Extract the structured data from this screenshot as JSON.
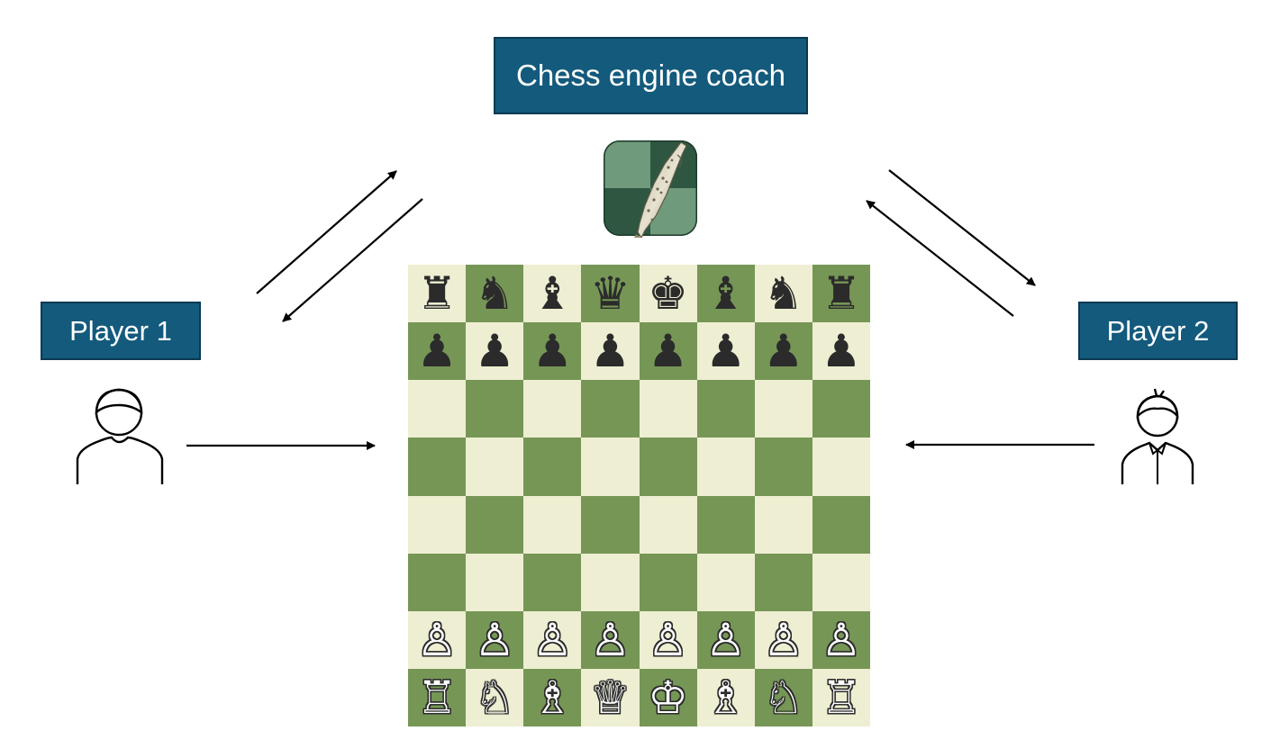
{
  "labels": {
    "coach": "Chess engine coach",
    "player1": "Player 1",
    "player2": "Player 2"
  },
  "colors": {
    "label_bg": "#135a7d",
    "label_border": "#0b3a52",
    "board_light": "#eeeed2",
    "board_dark": "#769656",
    "arrow": "#000000"
  },
  "icons": {
    "engine_logo": "fish-on-green-chessboard-icon",
    "player1": "person-icon",
    "player2": "person-with-collar-icon"
  },
  "board": {
    "ranks": [
      [
        "♜",
        "♞",
        "♝",
        "♛",
        "♚",
        "♝",
        "♞",
        "♜"
      ],
      [
        "♟",
        "♟",
        "♟",
        "♟",
        "♟",
        "♟",
        "♟",
        "♟"
      ],
      [
        "",
        "",
        "",
        "",
        "",
        "",
        "",
        ""
      ],
      [
        "",
        "",
        "",
        "",
        "",
        "",
        "",
        ""
      ],
      [
        "",
        "",
        "",
        "",
        "",
        "",
        "",
        ""
      ],
      [
        "",
        "",
        "",
        "",
        "",
        "",
        "",
        ""
      ],
      [
        "♙",
        "♙",
        "♙",
        "♙",
        "♙",
        "♙",
        "♙",
        "♙"
      ],
      [
        "♖",
        "♘",
        "♗",
        "♕",
        "♔",
        "♗",
        "♘",
        "♖"
      ]
    ],
    "colors_by_rank": [
      "black",
      "black",
      "",
      "",
      "",
      "",
      "white",
      "white"
    ]
  }
}
